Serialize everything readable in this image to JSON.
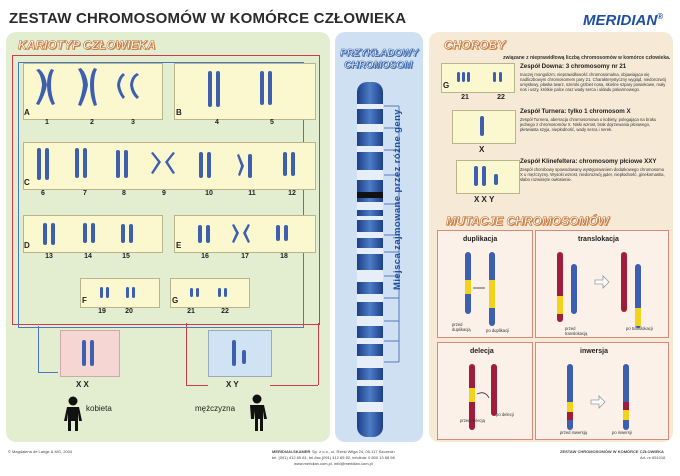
{
  "header": {
    "title": "ZESTAW CHROMOSOMÓW W KOMÓRCE CZŁOWIEKA",
    "brand": "MERIDIAN",
    "brand_mark": "®"
  },
  "karyotype": {
    "heading": "KARIOTYP CZŁOWIEKA",
    "groups": [
      {
        "label": "A",
        "numbers": [
          "1",
          "2",
          "3"
        ]
      },
      {
        "label": "B",
        "numbers": [
          "4",
          "5"
        ]
      },
      {
        "label": "C",
        "numbers": [
          "6",
          "7",
          "8",
          "9",
          "10",
          "11",
          "12"
        ]
      },
      {
        "label": "D",
        "numbers": [
          "13",
          "14",
          "15"
        ]
      },
      {
        "label": "E",
        "numbers": [
          "16",
          "17",
          "18"
        ]
      },
      {
        "label": "F",
        "numbers": [
          "19",
          "20"
        ]
      },
      {
        "label": "G",
        "numbers": [
          "21",
          "22"
        ]
      }
    ],
    "female": {
      "label": "kobieta",
      "sex": "X X"
    },
    "male": {
      "label": "mężczyzna",
      "sex": "X Y"
    }
  },
  "example": {
    "heading_line1": "PRZYKŁADOWY",
    "heading_line2": "CHROMOSOM",
    "vertical_text": "Miejsca zajmowane przez różne geny"
  },
  "diseases": {
    "heading": "CHOROBY",
    "subtitle": "związane z nieprawidłową liczbą chromosomów w komórce człowieka.",
    "down": {
      "title": "Zespół Downa: 3 chromosomy nr 21",
      "numbers": [
        "21",
        "22"
      ],
      "group": "G",
      "text": "Inaczej mongolizm, nieprawidłowość chromosomalna, objawiająca się nadliczbowym chromosomem pary 21. Charakterystyczny wygląd, niedorozwój umysłowy, płaska twarz, szeroki grzbiet nosa, skośne szpary powiekowe, mały nos i uszy, krótkie palce oraz wady serca i układu pokarmowego."
    },
    "turner": {
      "title": "Zespół Turnera: tylko 1 chromosom X",
      "sex": "X",
      "text": "Zespół Turnera, aberracja chromosomowa u kobiety, polegająca na braku jednego z chromosomów X. Niski wzrost, brak dojrzewania płciowego, płetwiasta szyja, niepłodność, wady serca i nerek."
    },
    "klinefelter": {
      "title": "Zespół Klinefeltera: chromosomy płciowe XXY",
      "sex": "X X Y",
      "text": "Zespół chorobowy spowodowany występowaniem dodatkowego chromosomu X u mężczyzny. Wysoki wzrost, niedorozwój jąder, niepłodność, ginekomastia, słabo rozwinięte owłosienie."
    }
  },
  "mutations": {
    "heading": "MUTACJE CHROMOSOMÓW",
    "duplication": {
      "title": "duplikacja",
      "before": "przed duplikacją",
      "after": "po duplikacji"
    },
    "translocation": {
      "title": "translokacja",
      "before": "przed translokacją",
      "after": "po translokacji"
    },
    "deletion": {
      "title": "delecja",
      "before": "przed delecją",
      "after": "po delecji"
    },
    "inversion": {
      "title": "inwersja",
      "before": "przed inwersją",
      "after": "po inwersji"
    }
  },
  "footer": {
    "copyright": "© Magdalena de Lange & MG, 2004",
    "publisher_name": "MERIDIAN-SKAMER",
    "publisher_address": "Sp. z o.o., ul. Rzeki Wilga 24, 05-117 Szczecin",
    "publisher_contact": "tel. (091) 412 65 81, tel./fax (091) 412 65 82, infolinia: 0 800 13 68 98",
    "publisher_web": "www.meridian.com.pl, info@meridian.com.pl",
    "chart_name": "ZESTAW CHROMOSOMÓW W KOMÓRCE CZŁOWIEKA",
    "art": "Art. nr 651016"
  },
  "colors": {
    "chromosome": "#3c5fb0",
    "left_bg": "#e3eed1",
    "mid_bg": "#cfe0f2",
    "right_bg": "#f6ead7",
    "red_line": "#d33a4a"
  }
}
